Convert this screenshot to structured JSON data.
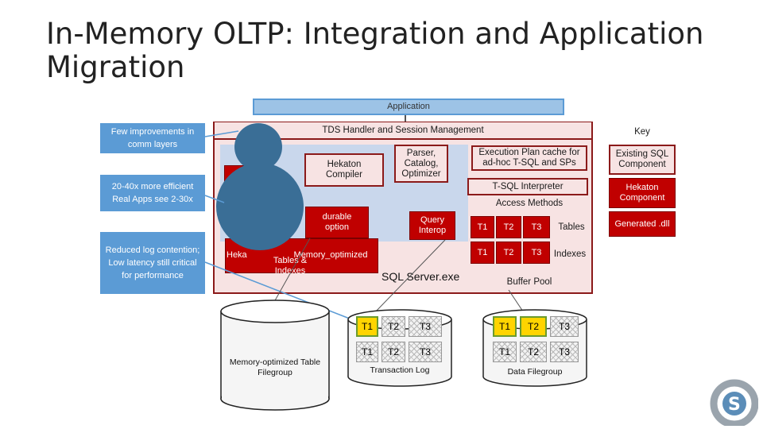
{
  "title": "In-Memory OLTP: Integration and Application Migration",
  "application": "Application",
  "tds": "TDS Handler and Session Management",
  "key": {
    "title": "Key",
    "existing": "Existing SQL Component",
    "hekaton": "Hekaton Component",
    "generated": "Generated .dll"
  },
  "callouts": {
    "comm": "Few improvements in comm layers",
    "efficient": "20-40x more efficient Real Apps see 2-30x",
    "log": "Reduced log contention; Low latency still critical for performance"
  },
  "components": {
    "hekaton_compiler": "Hekaton Compiler",
    "parser": "Parser, Catalog, Optimizer",
    "plan_cache": "Execution Plan cache for ad-hoc T-SQL and SPs",
    "interpreter": "T-SQL Interpreter",
    "access": "Access Methods",
    "durable": "durable option",
    "query_interop": "Query Interop",
    "hekaton_engine_a": "Heka",
    "hekaton_engine_b": "Memory_optimized",
    "hekaton_engine_c": "Tables & Indexes",
    "sql_server": "SQL Server.exe",
    "buffer_pool": "Buffer Pool"
  },
  "tables": {
    "t1": "T1",
    "t2": "T2",
    "t3": "T3",
    "tables_label": "Tables",
    "indexes_label": "Indexes"
  },
  "storage": {
    "mem_filegroup": "Memory-optimized Table Filegroup",
    "transaction_log": "Transaction Log",
    "data_filegroup": "Data Filegroup"
  },
  "colors": {
    "callout": "#5b9bd5",
    "hekaton_red": "#c00000",
    "existing_pink": "#f7e3e3",
    "engine_blue": "#c9d7ec",
    "table_yellow": "#ffd400"
  }
}
